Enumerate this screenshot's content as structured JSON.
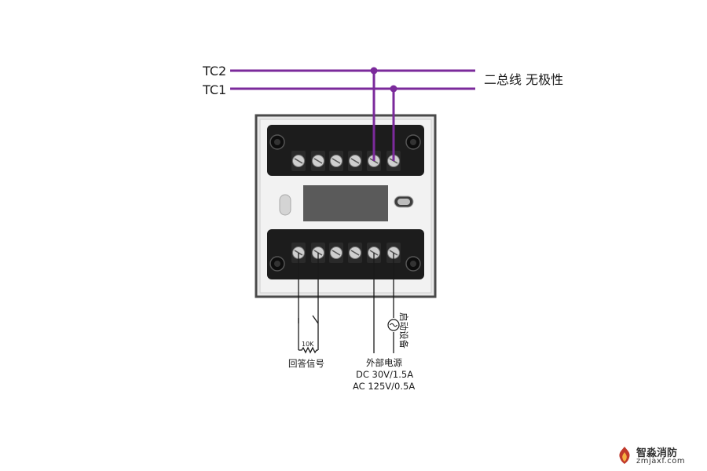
{
  "diagram": {
    "bus_labels": {
      "tc2": "TC2",
      "tc1": "TC1"
    },
    "bus_description": "二总线 无极性",
    "load": {
      "resistor": "10K",
      "caption": "回答信号"
    },
    "power": {
      "caption": "外部电源",
      "dc": "DC 30V/1.5A",
      "ac": "AC 125V/0.5A"
    },
    "feedback": {
      "caption": "启动设备"
    },
    "colors": {
      "bus_wire": "#7b2a9b",
      "device_frame": "#e9e9e9",
      "terminal_block": "#1c1c1c"
    }
  },
  "branding": {
    "title": "智淼消防",
    "url": "zmjaxf.com"
  }
}
